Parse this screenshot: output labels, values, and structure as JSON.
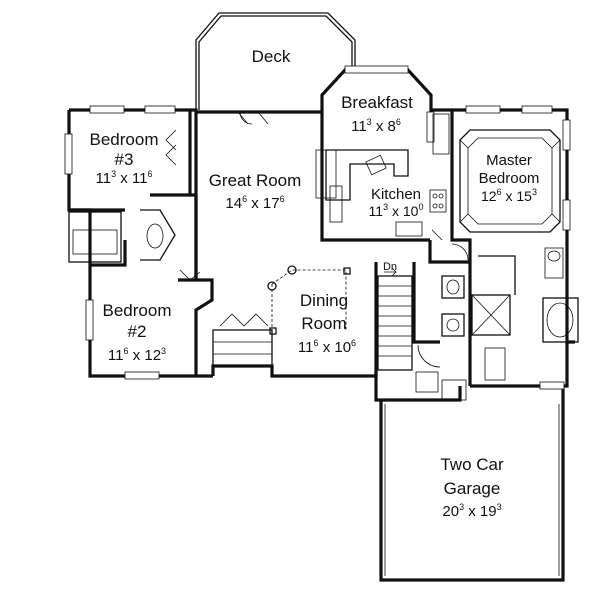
{
  "rooms": {
    "deck": {
      "name": "Deck"
    },
    "breakfast": {
      "name": "Breakfast",
      "w": "11",
      "w_in": "3",
      "h": "8",
      "h_in": "6"
    },
    "bedroom3": {
      "name": "Bedroom",
      "number": "#3",
      "w": "11",
      "w_in": "3",
      "h": "11",
      "h_in": "6"
    },
    "great_room": {
      "name": "Great Room",
      "w": "14",
      "w_in": "6",
      "h": "17",
      "h_in": "6"
    },
    "kitchen": {
      "name": "Kitchen",
      "w": "11",
      "w_in": "3",
      "h": "10",
      "h_in": "0"
    },
    "master": {
      "name1": "Master",
      "name2": "Bedroom",
      "w": "12",
      "w_in": "6",
      "h": "15",
      "h_in": "3"
    },
    "dining": {
      "name1": "Dining",
      "name2": "Room",
      "w": "11",
      "w_in": "6",
      "h": "10",
      "h_in": "6"
    },
    "bedroom2": {
      "name": "Bedroom",
      "number": "#2",
      "w": "11",
      "w_in": "6",
      "h": "12",
      "h_in": "3"
    },
    "garage": {
      "name1": "Two Car",
      "name2": "Garage",
      "w": "20",
      "w_in": "3",
      "h": "19",
      "h_in": "3"
    }
  },
  "labels": {
    "stair_down": "Dn",
    "times": "x"
  }
}
